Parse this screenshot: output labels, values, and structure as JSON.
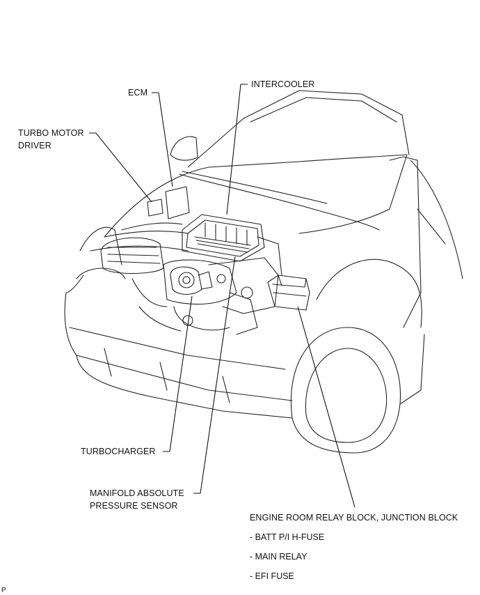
{
  "labels": {
    "ecm": "ECM",
    "intercooler": "INTERCOOLER",
    "turbo_motor_driver": [
      "TURBO MOTOR",
      "DRIVER"
    ],
    "turbocharger": "TURBOCHARGER",
    "manifold_sensor": [
      "MANIFOLD ABSOLUTE",
      "PRESSURE SENSOR"
    ],
    "relay_block": "ENGINE ROOM RELAY BLOCK, JUNCTION BLOCK",
    "relay_items": [
      "- BATT P/I H-FUSE",
      "- MAIN RELAY",
      "- EFI FUSE"
    ]
  },
  "corner_code": "P"
}
